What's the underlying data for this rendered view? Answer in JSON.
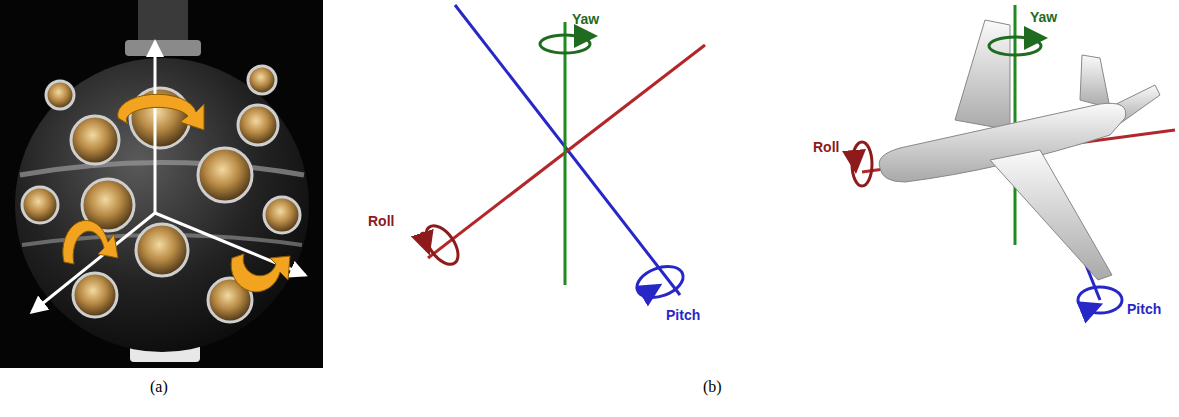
{
  "diagram": {
    "labels": [
      "Yaw",
      "Roll",
      "Pitch",
      "Yaw",
      "Roll",
      "Pitch",
      "(a)",
      "(b)"
    ]
  }
}
